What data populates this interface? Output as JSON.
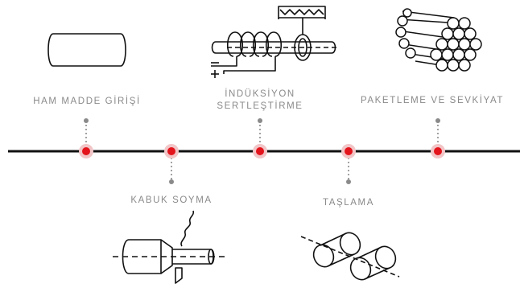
{
  "stages": [
    {
      "id": "raw-material",
      "lines": [
        "HAM MADDE GİRİŞİ"
      ],
      "position": "above",
      "icon": "bar-stock-icon"
    },
    {
      "id": "peeling",
      "lines": [
        "KABUK SOYMA"
      ],
      "position": "below",
      "icon": "peeling-lathe-icon"
    },
    {
      "id": "induction",
      "lines": [
        "İNDÜKSİYON",
        "SERTLEŞTİRME"
      ],
      "position": "above",
      "icon": "induction-coil-icon"
    },
    {
      "id": "grinding",
      "lines": [
        "TAŞLAMA"
      ],
      "position": "below",
      "icon": "grinding-rollers-icon"
    },
    {
      "id": "packaging",
      "lines": [
        "PAKETLEME VE SEVKİYAT"
      ],
      "position": "above",
      "icon": "bar-bundle-icon"
    }
  ],
  "colors": {
    "line": "#111111",
    "dot": "#e3141b",
    "halo": "#f2c5c7",
    "connector": "#8a8a8a",
    "label": "#8a8a8a",
    "icon": "#111111"
  }
}
